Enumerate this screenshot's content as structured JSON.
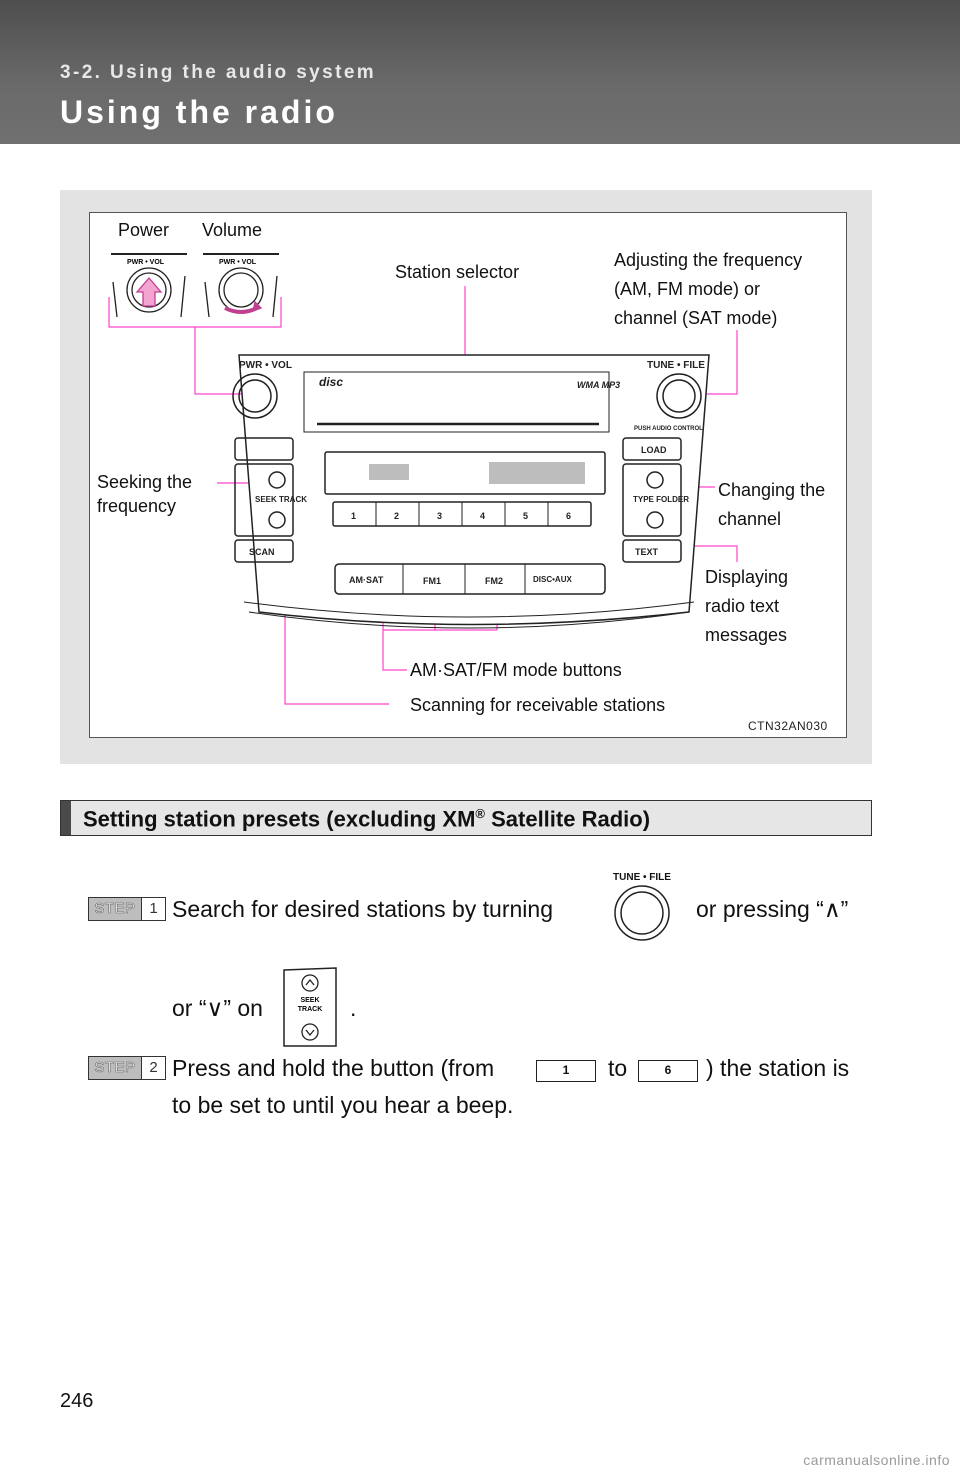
{
  "header": {
    "section": "3-2. Using the audio system",
    "title": "Using the radio"
  },
  "figure": {
    "labels": {
      "power": "Power",
      "volume": "Volume",
      "station_selector": "Station selector",
      "adjusting": "Adjusting the frequency\n(AM, FM mode) or\nchannel (SAT mode)",
      "seeking": "Seeking the\nfrequency",
      "changing": "Changing the\nchannel",
      "displaying": "Displaying\nradio text\nmessages",
      "mode_buttons": "AM·SAT/FM mode buttons",
      "scanning": "Scanning for receivable stations"
    },
    "code": "CTN32AN030",
    "panel": {
      "pwr_vol": "PWR • VOL",
      "tune_file": "TUNE • FILE",
      "disc": "disc",
      "wma_mp3": "WMA MP3",
      "push_audio": "PUSH AUDIO CONTROL",
      "load": "LOAD",
      "seek_track": "SEEK TRACK",
      "type_folder": "TYPE FOLDER",
      "scan": "SCAN",
      "text": "TEXT",
      "am_sat": "AM·SAT",
      "fm1": "FM1",
      "fm2": "FM2",
      "disc_aux": "DISC•AUX",
      "presets": [
        "1",
        "2",
        "3",
        "4",
        "5",
        "6"
      ]
    }
  },
  "section": {
    "heading": "Setting station presets (excluding XM",
    "heading_reg": "®",
    "heading_end": " Satellite Radio)"
  },
  "steps": [
    {
      "word": "STEP",
      "num": "1",
      "line1a": "Search for desired stations by turning",
      "line1b": "or pressing “∧”",
      "line2a": "or “∨” on",
      "line2b": ".",
      "knob_label": "TUNE • FILE",
      "seek_label": "SEEK TRACK"
    },
    {
      "word": "STEP",
      "num": "2",
      "line1a": "Press and hold the button (from",
      "line1b": "to",
      "line1c": ") the station is",
      "line2": "to be set to until you hear a beep.",
      "btn_from": "1",
      "btn_to": "6"
    }
  ],
  "page_number": "246",
  "watermark": "carmanualsonline.info",
  "colors": {
    "callout": "#ff44cc",
    "header_bg": "#5a5a5a"
  }
}
